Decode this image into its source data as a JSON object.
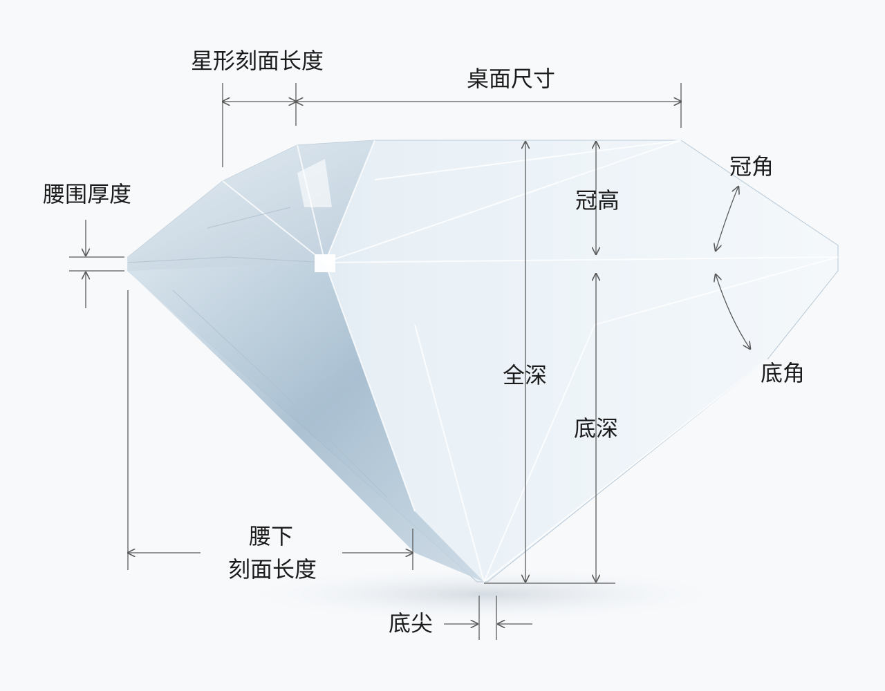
{
  "labels": {
    "star_facet_length": "星形刻面长度",
    "table_size": "桌面尺寸",
    "girdle_thickness": "腰围厚度",
    "crown_angle": "冠角",
    "crown_height": "冠高",
    "total_depth": "全深",
    "pavilion_angle": "底角",
    "pavilion_depth": "底深",
    "lower_girdle_line1": "腰下",
    "lower_girdle_line2": "刻面长度",
    "culet": "底尖"
  },
  "colors": {
    "background": "#f7f9fb",
    "line": "#5a5a5a",
    "text": "#1b1b1b",
    "diamond_light": "#f1f6fa",
    "diamond_mid": "#cfdde8",
    "diamond_dark": "#7f9bb2"
  }
}
